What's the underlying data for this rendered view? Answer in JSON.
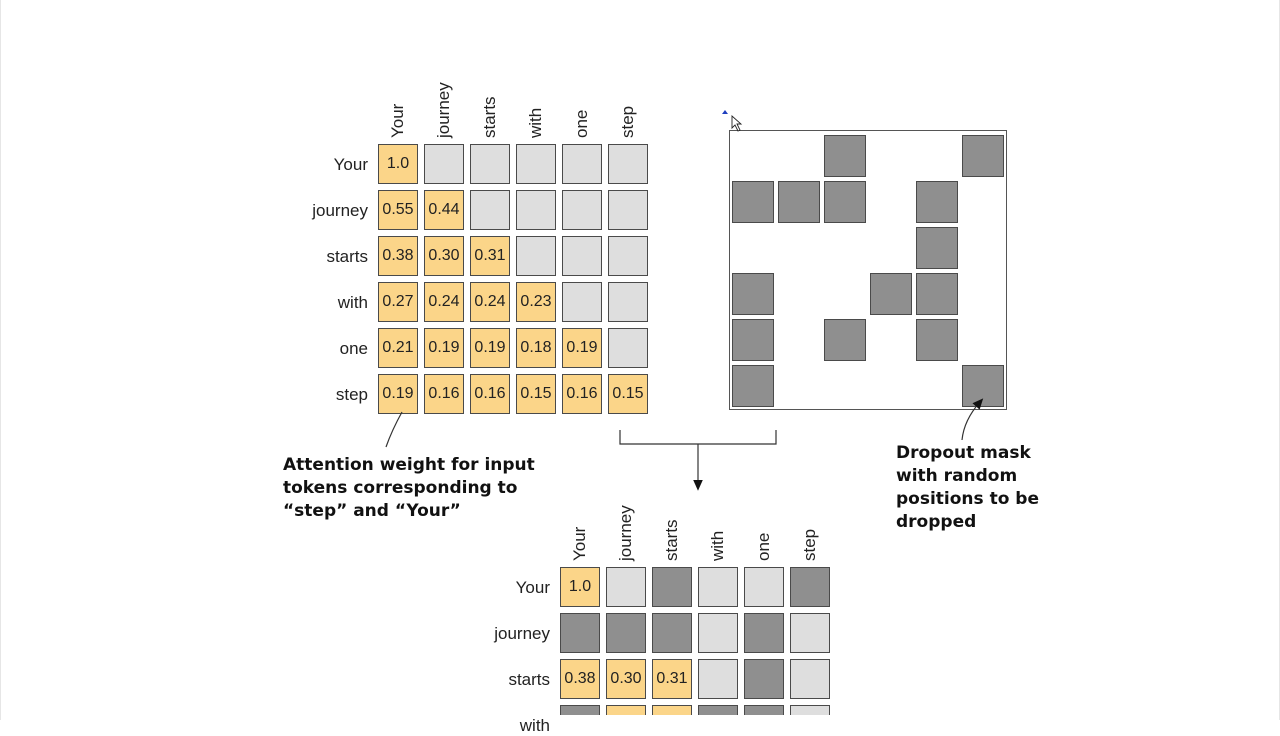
{
  "tokens": [
    "Your",
    "journey",
    "starts",
    "with",
    "one",
    "step"
  ],
  "attention_matrix": {
    "rows": [
      [
        "1.0",
        "",
        "",
        "",
        "",
        ""
      ],
      [
        "0.55",
        "0.44",
        "",
        "",
        "",
        ""
      ],
      [
        "0.38",
        "0.30",
        "0.31",
        "",
        "",
        ""
      ],
      [
        "0.27",
        "0.24",
        "0.24",
        "0.23",
        "",
        ""
      ],
      [
        "0.21",
        "0.19",
        "0.19",
        "0.18",
        "0.19",
        ""
      ],
      [
        "0.19",
        "0.16",
        "0.16",
        "0.15",
        "0.16",
        "0.15"
      ]
    ]
  },
  "dropout_mask": {
    "dropped": [
      [
        0,
        2
      ],
      [
        0,
        5
      ],
      [
        1,
        0
      ],
      [
        1,
        1
      ],
      [
        1,
        2
      ],
      [
        1,
        4
      ],
      [
        2,
        4
      ],
      [
        3,
        0
      ],
      [
        3,
        3
      ],
      [
        3,
        4
      ],
      [
        4,
        0
      ],
      [
        4,
        2
      ],
      [
        4,
        4
      ],
      [
        5,
        0
      ],
      [
        5,
        5
      ]
    ]
  },
  "result_matrix": {
    "visible_rows": 3,
    "rows": [
      [
        "1.0",
        "",
        "",
        "",
        "",
        ""
      ],
      [
        "",
        "",
        "",
        "",
        "",
        ""
      ],
      [
        "0.38",
        "0.30",
        "0.31",
        "",
        "",
        ""
      ]
    ]
  },
  "annotations": {
    "attention_label": "Attention weight for input\ntokens corresponding to\n“step” and “Your”",
    "dropout_label": "Dropout mask\nwith random\npositions to be\ndropped"
  },
  "colors": {
    "weight_cell": "#fbd589",
    "masked_cell": "#dedede",
    "dropped_cell": "#8f8f8f",
    "border": "#4a4a4a"
  }
}
